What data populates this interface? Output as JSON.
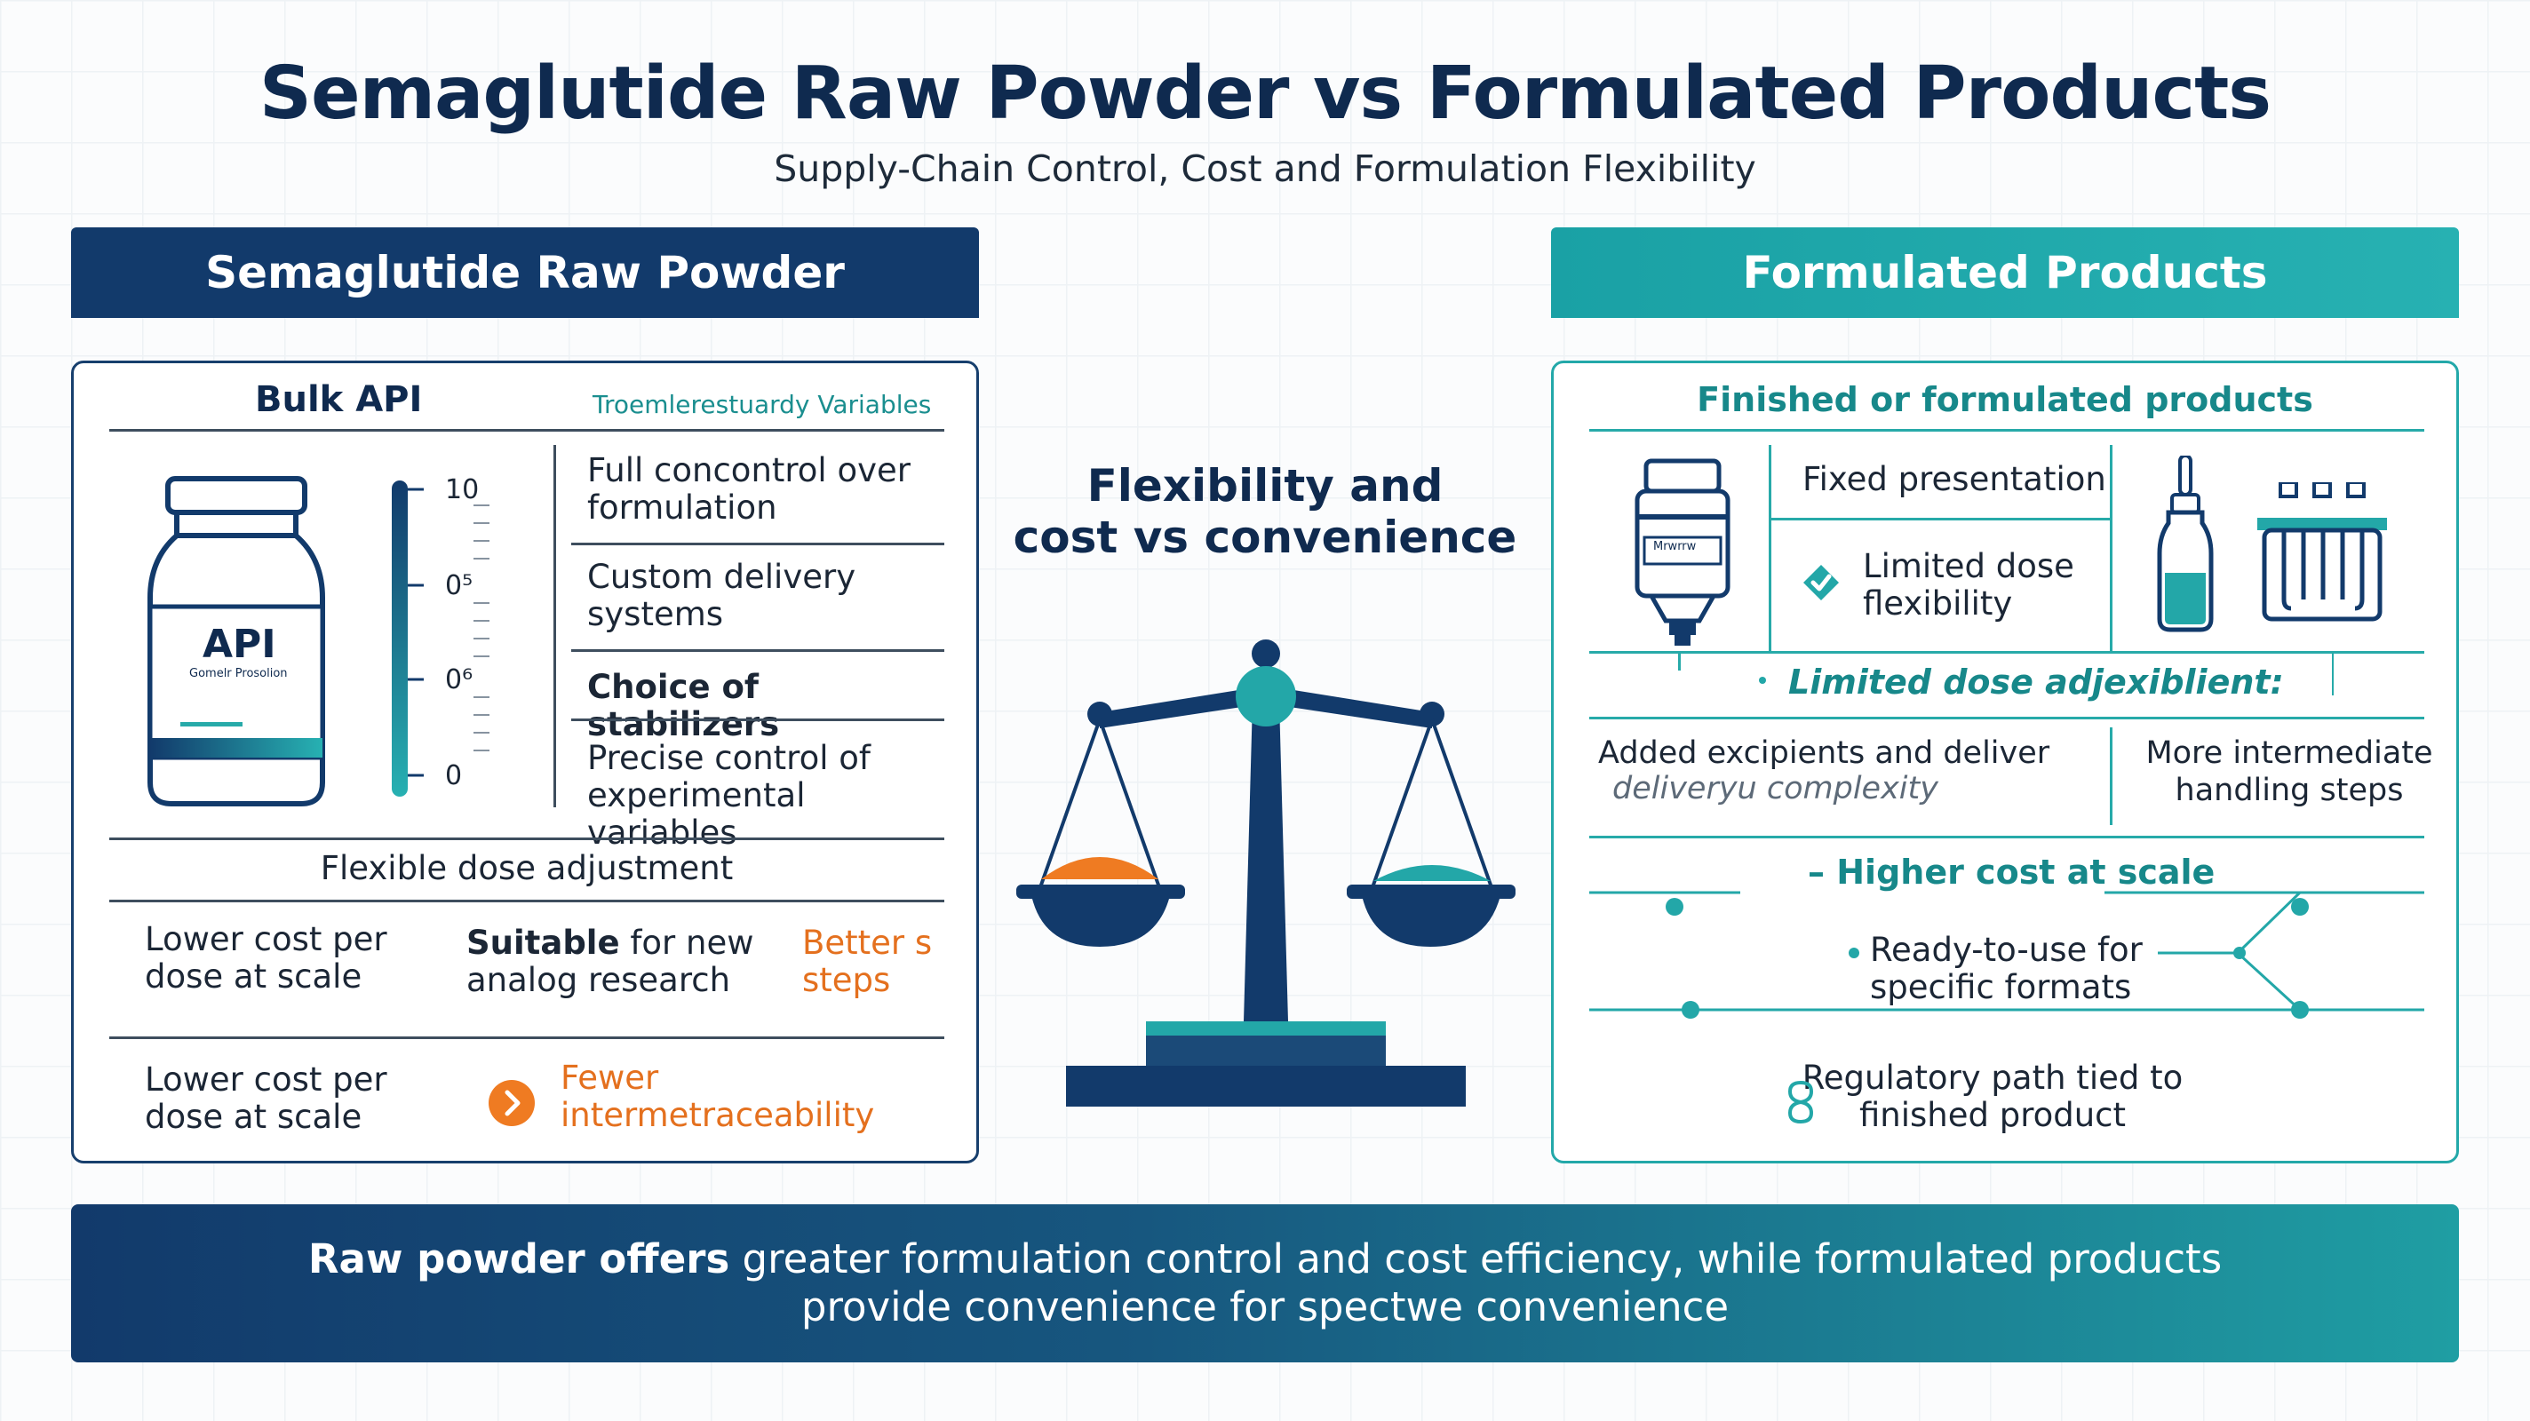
{
  "header": {
    "title": "Semaglutide Raw Powder vs Formulated Products",
    "subtitle": "Supply-Chain Control, Cost and Formulation Flexibility"
  },
  "left": {
    "heading": "Semaglutide Raw Powder",
    "panel_title": "Bulk API",
    "panel_tag": "Troemlerestuardy Variables",
    "jar_label": "API",
    "jar_sublabel": "Gomelr Prosolion",
    "gauge_ticks": [
      "10",
      "0⁵",
      "0⁶",
      "0"
    ],
    "features": [
      "Full concontrol over formulation",
      "Custom delivery systems",
      "Choice of stabilizers",
      "Precise control of experimental variables"
    ],
    "flex_dose": "Flexible dose adjustment",
    "row1_col1": "Lower cost per dose at scale",
    "row1_col2_bold": "Suitable",
    "row1_col2_rest": " for new analog research",
    "row1_col3": "Better s steps",
    "row2_col1": "Lower cost per dose at scale",
    "row2_col2": "Fewer intermetraceability"
  },
  "center": {
    "title_line1": "Flexibility and",
    "title_line2": "cost vs convenience"
  },
  "right": {
    "heading": "Formulated Products",
    "panel_title": "Finished or formulated products",
    "bottle_label": "Mrwrrw",
    "fixed_presentation": "Fixed presentation",
    "limited_dose": "Limited dose flexibility",
    "limited_dose_italic": "Limited dose adjexiblient:",
    "excipients_line1": "Added excipients and deliver",
    "excipients_line2": "deliveryu complexity",
    "intermediate": "More intermediate handling steps",
    "higher_cost": "Higher cost at scale",
    "ready_to_use": "Ready-to-use for specific formats",
    "regulatory": "Regulatory path tied to finished product"
  },
  "footer": {
    "line1_bold": "Raw powder offers",
    "line1_rest": " greater formulation control and cost efficiency, while formulated products",
    "line2": "provide convenience for spectwe convenience"
  },
  "colors": {
    "navy": "#123a6b",
    "teal": "#1aa1a5",
    "orange": "#e4701e"
  }
}
